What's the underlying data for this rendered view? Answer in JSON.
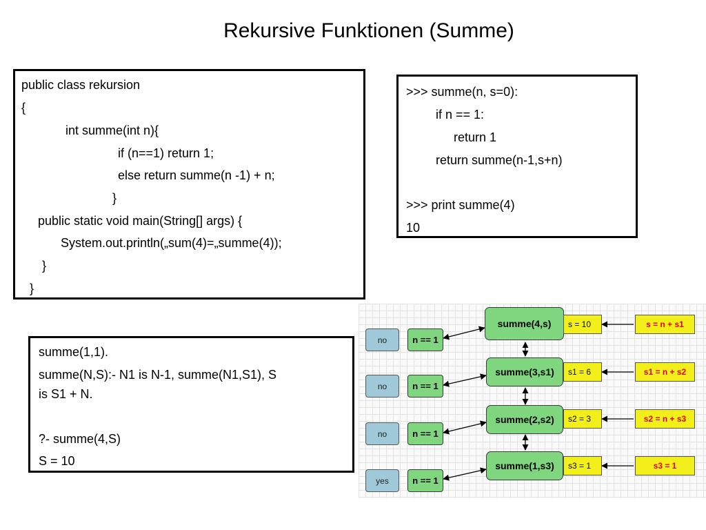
{
  "title": "Rekursive Funktionen (Summe)",
  "java_code": [
    "public class rekursion",
    "{",
    "int summe(int n){",
    "if (n==1) return 1;",
    "else return summe(n -1) + n;",
    "}",
    "public static void main(String[] args) {",
    "System.out.println(„sum(4)=„summe(4));",
    "}",
    "}"
  ],
  "python_code": [
    ">>> summe(n, s=0):",
    "if n == 1:",
    "return 1",
    "return summe(n-1,s+n)",
    ">>> print summe(4)",
    "10"
  ],
  "prolog_code": [
    "summe(1,1).",
    "summe(N,S):- N1 is N-1, summe(N1,S1), S",
    "is S1 + N.",
    "?- summe(4,S)",
    "S = 10"
  ],
  "diagram": {
    "rows": [
      {
        "answer": "no",
        "condition": "n == 1",
        "call": "summe(4,s)",
        "value": "s = 10",
        "formula": "s = n + s1"
      },
      {
        "answer": "no",
        "condition": "n == 1",
        "call": "summe(3,s1)",
        "value": "s1 = 6",
        "formula": "s1 = n + s2"
      },
      {
        "answer": "no",
        "condition": "n == 1",
        "call": "summe(2,s2)",
        "value": "s2 = 3",
        "formula": "s2 = n + s3"
      },
      {
        "answer": "yes",
        "condition": "n == 1",
        "call": "summe(1,s3)",
        "value": "s3 = 1",
        "formula": "s3 = 1"
      }
    ],
    "colors": {
      "answer": "#9fc9d8",
      "condition": "#7fd67f",
      "value": "#f3ef1b",
      "formula_text": "#e00000"
    }
  }
}
